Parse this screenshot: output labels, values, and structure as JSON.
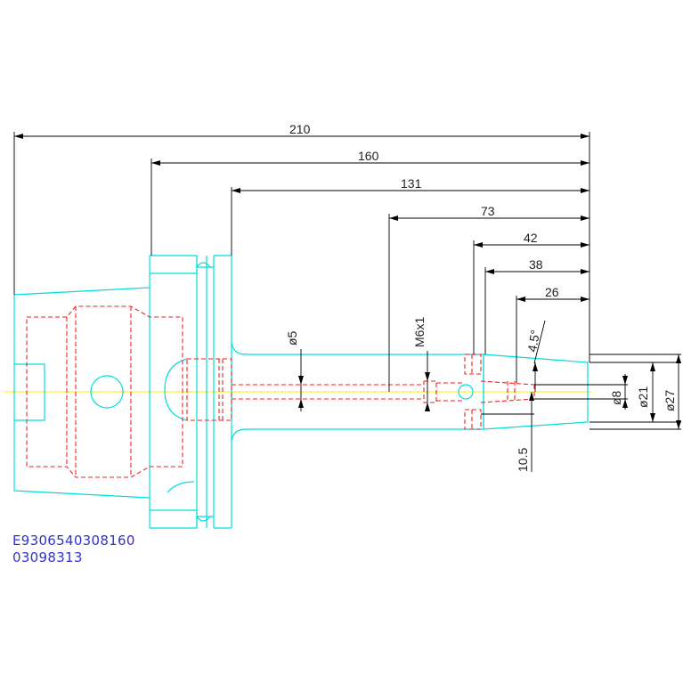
{
  "dimensions": {
    "d210": "210",
    "d160": "160",
    "d131": "131",
    "d73": "73",
    "d42": "42",
    "d38": "38",
    "d26": "26",
    "dia5": "ø5",
    "thread": "M6x1",
    "angle": "4.5°",
    "dia8": "ø8",
    "dia21": "ø21",
    "dia27": "ø27",
    "d10_5": "10.5"
  },
  "part_codes": {
    "code1": "E9306540308160",
    "code2": "03098313"
  },
  "colors": {
    "outline": "#00dddd",
    "hidden": "#ee2222",
    "dimension": "#000000",
    "axis": "#ffee00",
    "text_code": "#3333cc"
  }
}
